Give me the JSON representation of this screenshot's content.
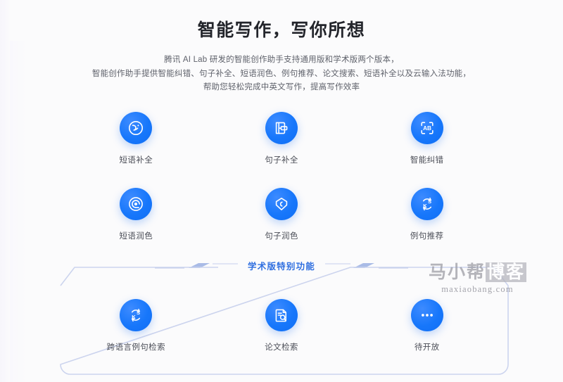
{
  "header": {
    "title": "智能写作，写你所想",
    "description_lines": [
      "腾讯 AI Lab 研发的智能创作助手支持通用版和学术版两个版本，",
      "智能创作助手提供智能纠错、句子补全、短语润色、例句推荐、论文搜索、短语补全以及云输入法功能，",
      "帮助您轻松完成中英文写作，提高写作效率"
    ]
  },
  "general_features": [
    {
      "label": "短语补全",
      "icon": "phrase-complete-icon"
    },
    {
      "label": "句子补全",
      "icon": "sentence-complete-icon"
    },
    {
      "label": "智能纠错",
      "icon": "ab-correction-icon"
    },
    {
      "label": "短语润色",
      "icon": "phrase-polish-icon"
    },
    {
      "label": "句子润色",
      "icon": "sentence-polish-icon"
    },
    {
      "label": "例句推荐",
      "icon": "example-recommend-icon"
    }
  ],
  "academic_section": {
    "divider_label": "学术版特别功能",
    "features": [
      {
        "label": "跨语言例句检索",
        "icon": "cross-language-search-icon"
      },
      {
        "label": "论文检索",
        "icon": "paper-search-icon"
      },
      {
        "label": "待开放",
        "icon": "ellipsis-icon"
      }
    ]
  },
  "watermark": {
    "brand_plain": "马小帮",
    "brand_boxed": "博客",
    "domain": "maxiaobang.com"
  },
  "colors": {
    "accent_blue": "#1777fb",
    "divider_blue": "#2f6fe0",
    "title_dark": "#23252b",
    "body_text": "#5f626b",
    "background": "#fbfbfc"
  }
}
